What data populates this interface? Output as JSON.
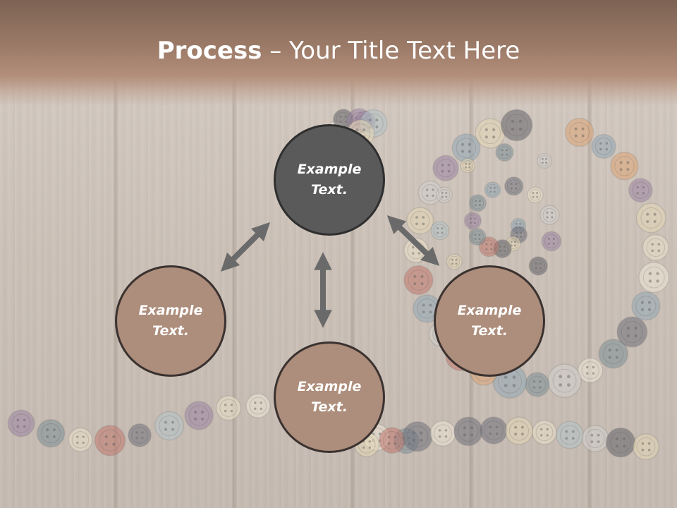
{
  "title": {
    "bold": "Process",
    "rest": " – Your Title Text Here"
  },
  "nodes": [
    {
      "line1": "Example",
      "line2": "Text."
    },
    {
      "line1": "Example",
      "line2": "Text."
    },
    {
      "line1": "Example",
      "line2": "Text."
    },
    {
      "line1": "Example",
      "line2": "Text."
    }
  ],
  "colors": {
    "title_band": "#9c7b68",
    "center_node": "#5a5a5a",
    "outer_node": "#ad8d7b",
    "arrow": "#6a6a6a"
  }
}
